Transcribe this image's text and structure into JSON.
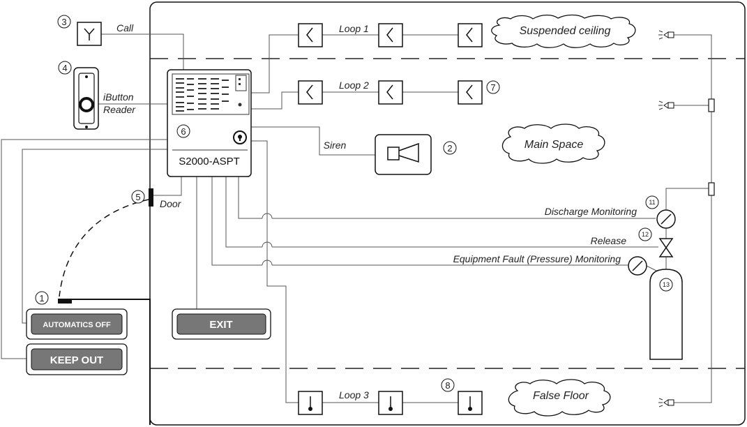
{
  "zones": {
    "ceiling": "Suspended ceiling",
    "main": "Main Space",
    "floor": "False Floor"
  },
  "loops": {
    "loop1": "Loop 1",
    "loop2": "Loop 2",
    "loop3": "Loop 3"
  },
  "labels": {
    "call": "Call",
    "ibutton_line1": "iButton",
    "ibutton_line2": "Reader",
    "siren": "Siren",
    "door": "Door",
    "discharge": "Discharge Monitoring",
    "release": "Release",
    "pressure": "Equipment Fault (Pressure) Monitoring"
  },
  "controller": {
    "name": "S2000-ASPT"
  },
  "boards": {
    "automatics_off": "AUTOMATICS OFF",
    "keep_out": "KEEP OUT",
    "exit": "EXIT"
  },
  "markers": {
    "n1": "1",
    "n2": "2",
    "n3": "3",
    "n4": "4",
    "n5": "5",
    "n6": "6",
    "n7": "7",
    "n8": "8",
    "n11": "11",
    "n12": "12",
    "n13": "13"
  }
}
